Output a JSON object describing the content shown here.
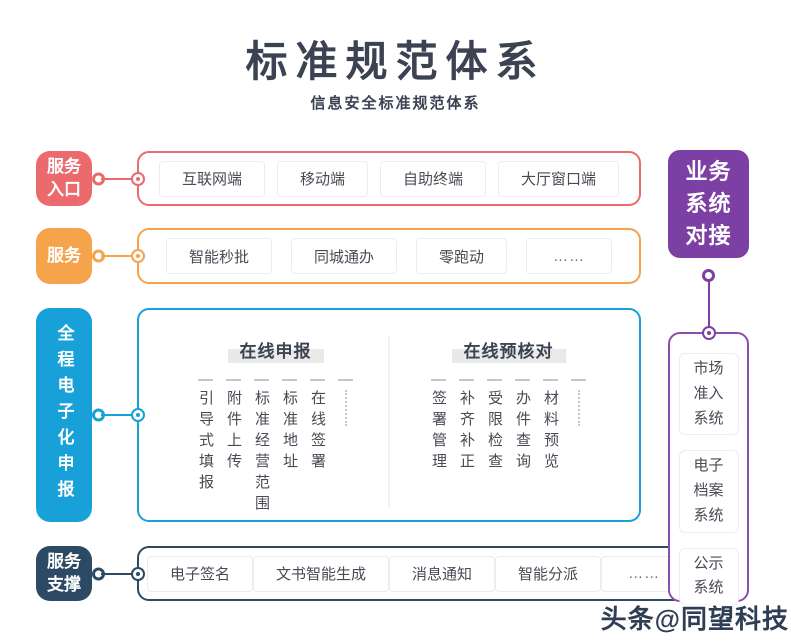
{
  "header": {
    "title": "标准规范体系",
    "subtitle": "信息安全标准规范体系"
  },
  "colors": {
    "entry_red": "#ea6a6e",
    "service_orange": "#f5a44b",
    "efiling_blue": "#18a0d8",
    "support_navy": "#2c4a63",
    "biz_purple": "#7c40a4"
  },
  "rows": {
    "entry": {
      "label": "服务入口",
      "items": [
        "互联网端",
        "移动端",
        "自助终端",
        "大厅窗口端"
      ]
    },
    "service": {
      "label": "服务",
      "items": [
        "智能秒批",
        "同城通办",
        "零跑动",
        "……"
      ]
    },
    "efiling": {
      "label": "全程电子化申报",
      "groups": [
        {
          "heading": "在线申报",
          "columns": [
            "引导式填报",
            "附件上传",
            "标准经营范围",
            "标准地址",
            "在线签署"
          ]
        },
        {
          "heading": "在线预核对",
          "columns": [
            "签署管理",
            "补齐补正",
            "受限检查",
            "办件查询",
            "材料预览"
          ]
        }
      ]
    },
    "support": {
      "label": "服务支撑",
      "items": [
        "电子签名",
        "文书智能生成",
        "消息通知",
        "智能分派",
        "……"
      ]
    }
  },
  "right_panel": {
    "label": "业务系统对接",
    "systems": [
      "市场准入系统",
      "电子档案系统",
      "公示系统"
    ]
  },
  "watermark": "头条@同望科技"
}
